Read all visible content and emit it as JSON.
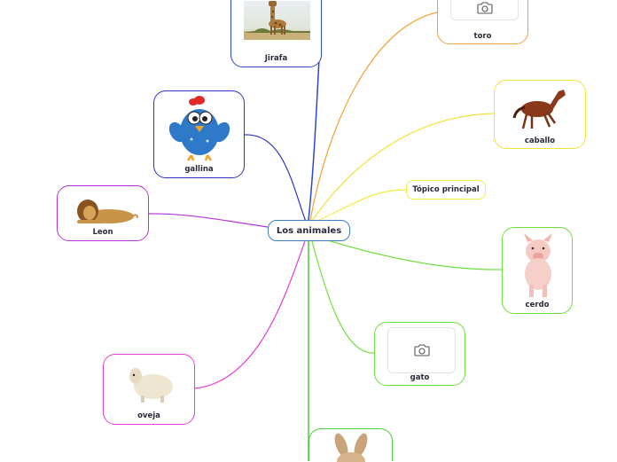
{
  "central": {
    "label": "Los animales"
  },
  "topic": {
    "label": "Tópico principal"
  },
  "nodes": {
    "jirafa": {
      "label": "Jirafa",
      "color": "#2d46d6",
      "icon": "giraffe-image"
    },
    "gallina": {
      "label": "gallina",
      "color": "#2d32c8",
      "icon": "chicken-cartoon-image"
    },
    "leon": {
      "label": "Leon",
      "color": "#b733d8",
      "icon": "lion-image"
    },
    "oveja": {
      "label": "oveja",
      "color": "#e53bd8",
      "icon": "sheep-image"
    },
    "toro": {
      "label": "toro",
      "color": "#f2a23a",
      "icon": "camera-placeholder-icon"
    },
    "caballo": {
      "label": "caballo",
      "color": "#f2e23a",
      "icon": "horse-image"
    },
    "cerdo": {
      "label": "cerdo",
      "color": "#6de03a",
      "icon": "pig-image"
    },
    "gato": {
      "label": "gato",
      "color": "#6de03a",
      "icon": "camera-placeholder-icon"
    },
    "conejo": {
      "label": "",
      "color": "#4ccd3a",
      "icon": "rabbit-image"
    }
  },
  "topic_color": "#f2ef3f",
  "central_color": "#3a7fc1"
}
